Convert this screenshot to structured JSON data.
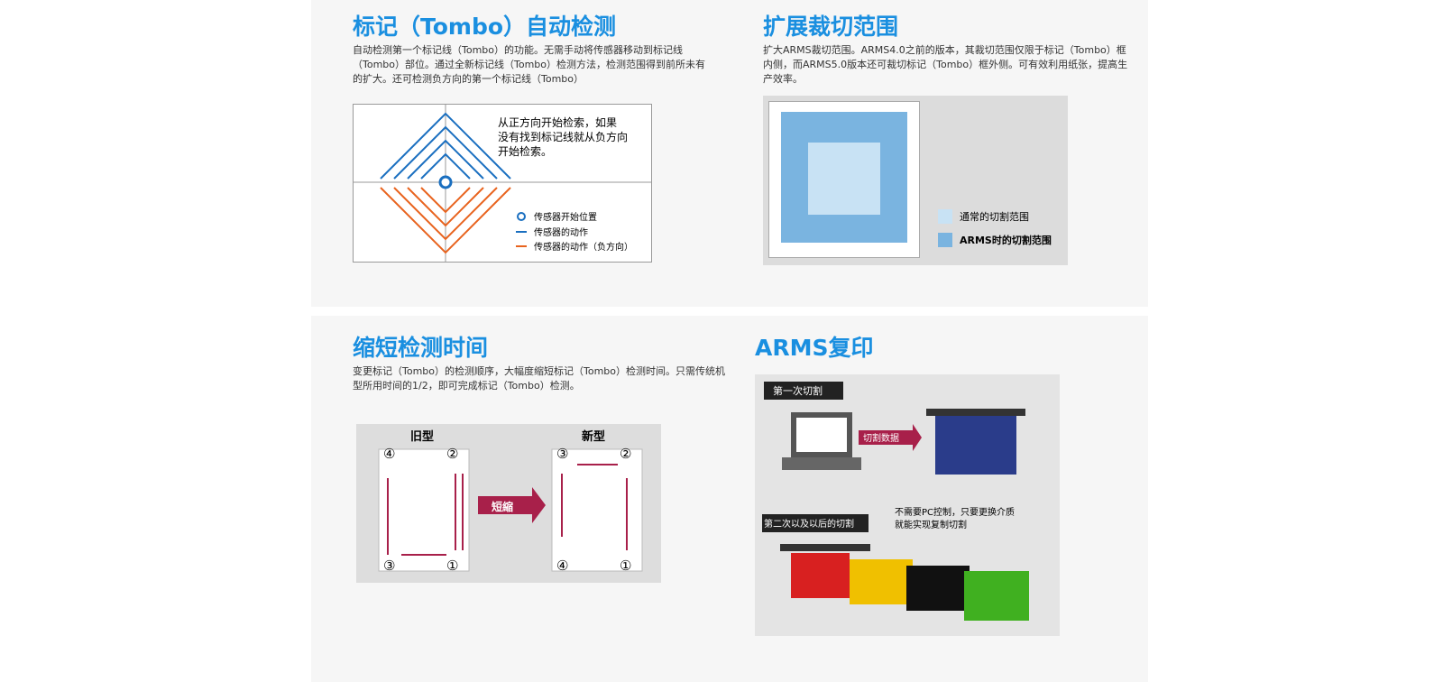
{
  "s1": {
    "title": "标记（Tombo）自动检测",
    "desc": "自动检测第一个标记线（Tombo）的功能。无需手动将传感器移动到标记线（Tombo）部位。通过全新标记线（Tombo）检测方法，检测范围得到前所未有的扩大。还可检测负方向的第一个标记线（Tombo）",
    "note1": "从正方向开始检索，如果",
    "note2": "没有找到标记线就从负方向",
    "note3": "开始检索。",
    "legend": [
      "传感器开始位置",
      "传感器的动作",
      "传感器的动作（负方向）"
    ]
  },
  "s2": {
    "title": "扩展裁切范围",
    "desc": "扩大ARMS裁切范围。ARMS4.0之前的版本，其裁切范围仅限于标记（Tombo）框内侧，而ARMS5.0版本还可裁切标记（Tombo）框外侧。可有效利用纸张，提高生产效率。",
    "legend": [
      "通常的切割范围",
      "ARMS时的切割范围"
    ]
  },
  "s3": {
    "title": "缩短检测时间",
    "desc": "变更标记（Tombo）的检测顺序，大幅度缩短标记（Tombo）检测时间。只需传统机型所用时间的1/2，即可完成标记（Tombo）检测。",
    "old": "旧型",
    "new": "新型",
    "arrow": "短縮",
    "old_nums": [
      "④",
      "②",
      "③",
      "①"
    ],
    "new_nums": [
      "③",
      "②",
      "④",
      "①"
    ]
  },
  "s4": {
    "title": "ARMS复印",
    "first": "第一次切割",
    "data": "切割数据",
    "second": "第二次以及以后的切割",
    "note1": "不需要PC控制，只要更换介质",
    "note2": "就能实现复制切割"
  },
  "colors": {
    "blue": "#1a8fe0",
    "red": "#a8204a"
  }
}
